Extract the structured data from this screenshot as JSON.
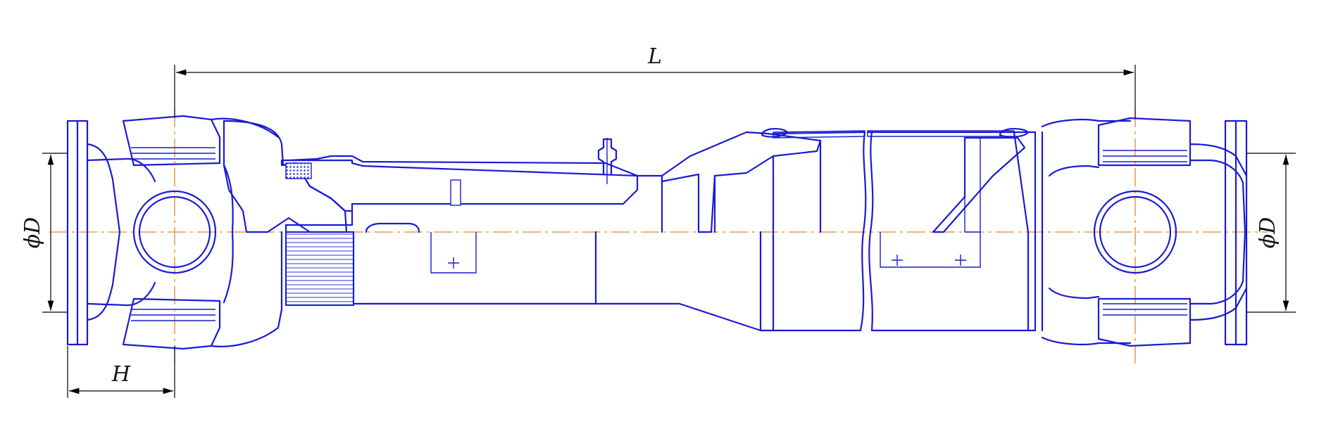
{
  "labels": {
    "length": "L",
    "offset": "H",
    "diameter_left": "ϕD",
    "diameter_right": "ϕD"
  },
  "colors": {
    "outline": "#1a1ad6",
    "centerline": "#e08a2a",
    "dimension": "#000000",
    "background": "#ffffff"
  }
}
